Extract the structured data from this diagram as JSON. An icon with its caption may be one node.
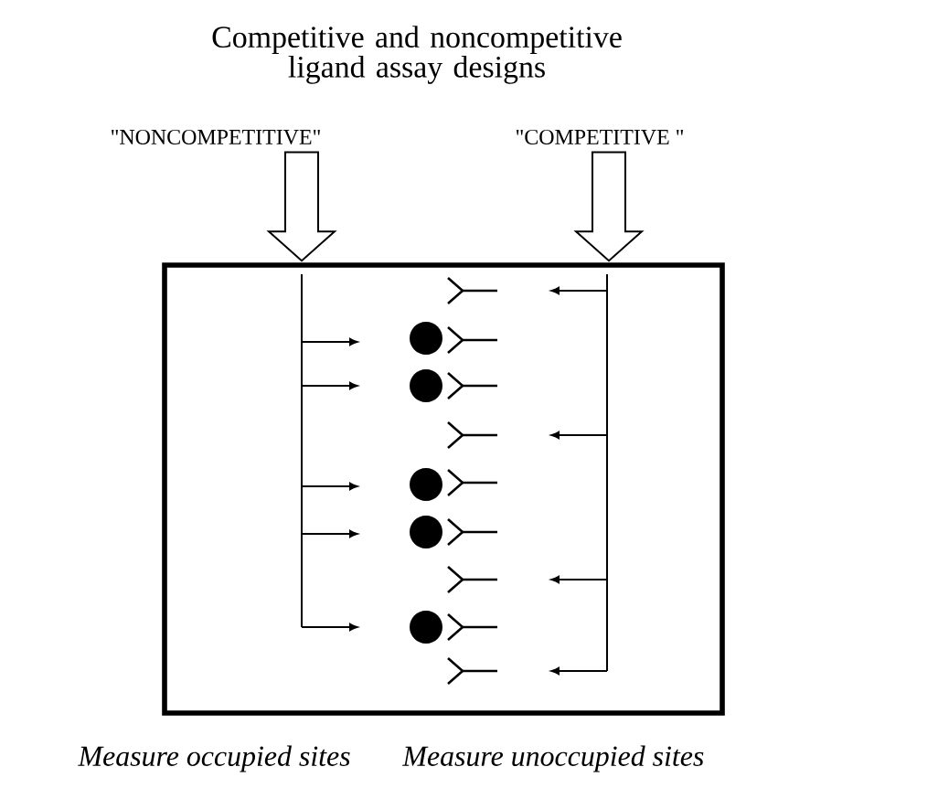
{
  "diagram": {
    "title": "Competitive and noncompetitive ligand assay designs",
    "nodes": [
      {
        "text": [
          "\"NONCOMPETITIVE\""
        ]
      },
      {
        "text": [
          "\"COMPETITIVE \""
        ]
      },
      {
        "text": [],
        "shape": "box"
      }
    ],
    "edges": [
      {
        "from": 0,
        "to": 2,
        "arrow": "to"
      },
      {
        "from": 1,
        "to": 2,
        "arrow": "to"
      }
    ],
    "labels": [
      "Measure occupied sites",
      "Measure unoccupied sites"
    ]
  }
}
